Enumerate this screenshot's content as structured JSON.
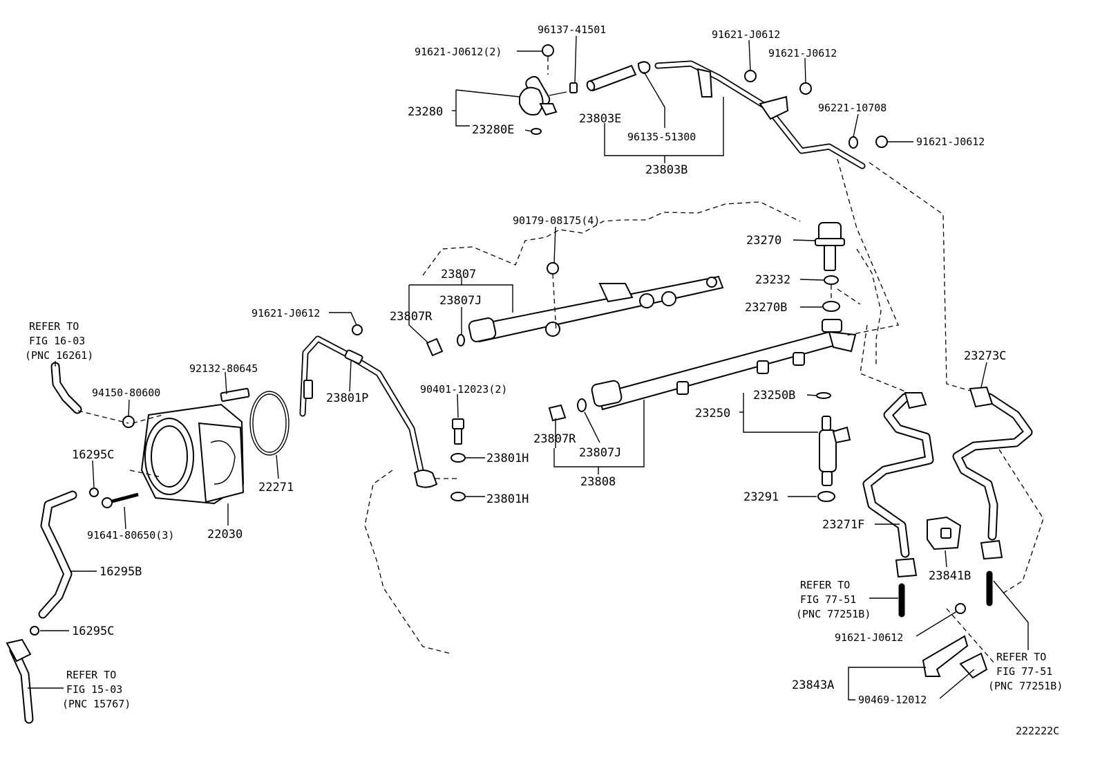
{
  "diagram_code": "222222C",
  "labels": {
    "p_91621_j0612_2": "91621-J0612(2)",
    "p_96137_41501": "96137-41501",
    "p_23280": "23280",
    "p_23280e": "23280E",
    "p_23803e": "23803E",
    "p_96135_51300": "96135-51300",
    "p_23803b": "23803B",
    "p_91621_j0612_a": "91621-J0612",
    "p_91621_j0612_b": "91621-J0612",
    "p_96221_10708": "96221-10708",
    "p_91621_j0612_c": "91621-J0612",
    "p_90179_08175_4": "90179-08175(4)",
    "p_23270": "23270",
    "p_23807": "23807",
    "p_23807j_a": "23807J",
    "p_23807r_a": "23807R",
    "p_23232": "23232",
    "p_23270b": "23270B",
    "p_91621_j0612_d": "91621-J0612",
    "p_23273c": "23273C",
    "p_92132_80645": "92132-80645",
    "p_94150_80600": "94150-80600",
    "p_23801p": "23801P",
    "p_90401_12023_2": "90401-12023(2)",
    "p_23250b": "23250B",
    "p_23250": "23250",
    "p_16295c_a": "16295C",
    "p_23807r_b": "23807R",
    "p_23807j_b": "23807J",
    "p_23801h_a": "23801H",
    "p_23808": "23808",
    "p_22271": "22271",
    "p_23801h_b": "23801H",
    "p_23291": "23291",
    "p_91641_80650_3": "91641-80650(3)",
    "p_22030": "22030",
    "p_23271f": "23271F",
    "p_16295b": "16295B",
    "p_23841b": "23841B",
    "p_16295c_b": "16295C",
    "p_91621_j0612_e": "91621-J0612",
    "p_23843a": "23843A",
    "p_90469_12012": "90469-12012"
  },
  "refs": {
    "fig16": [
      "REFER TO",
      "FIG 16-03",
      "(PNC 16261)"
    ],
    "fig15": [
      "REFER TO",
      "FIG 15-03",
      "(PNC 15767)"
    ],
    "fig77a": [
      "REFER TO",
      "FIG 77-51",
      "(PNC 77251B)"
    ],
    "fig77b": [
      "REFER TO",
      "FIG 77-51",
      "(PNC 77251B)"
    ]
  }
}
